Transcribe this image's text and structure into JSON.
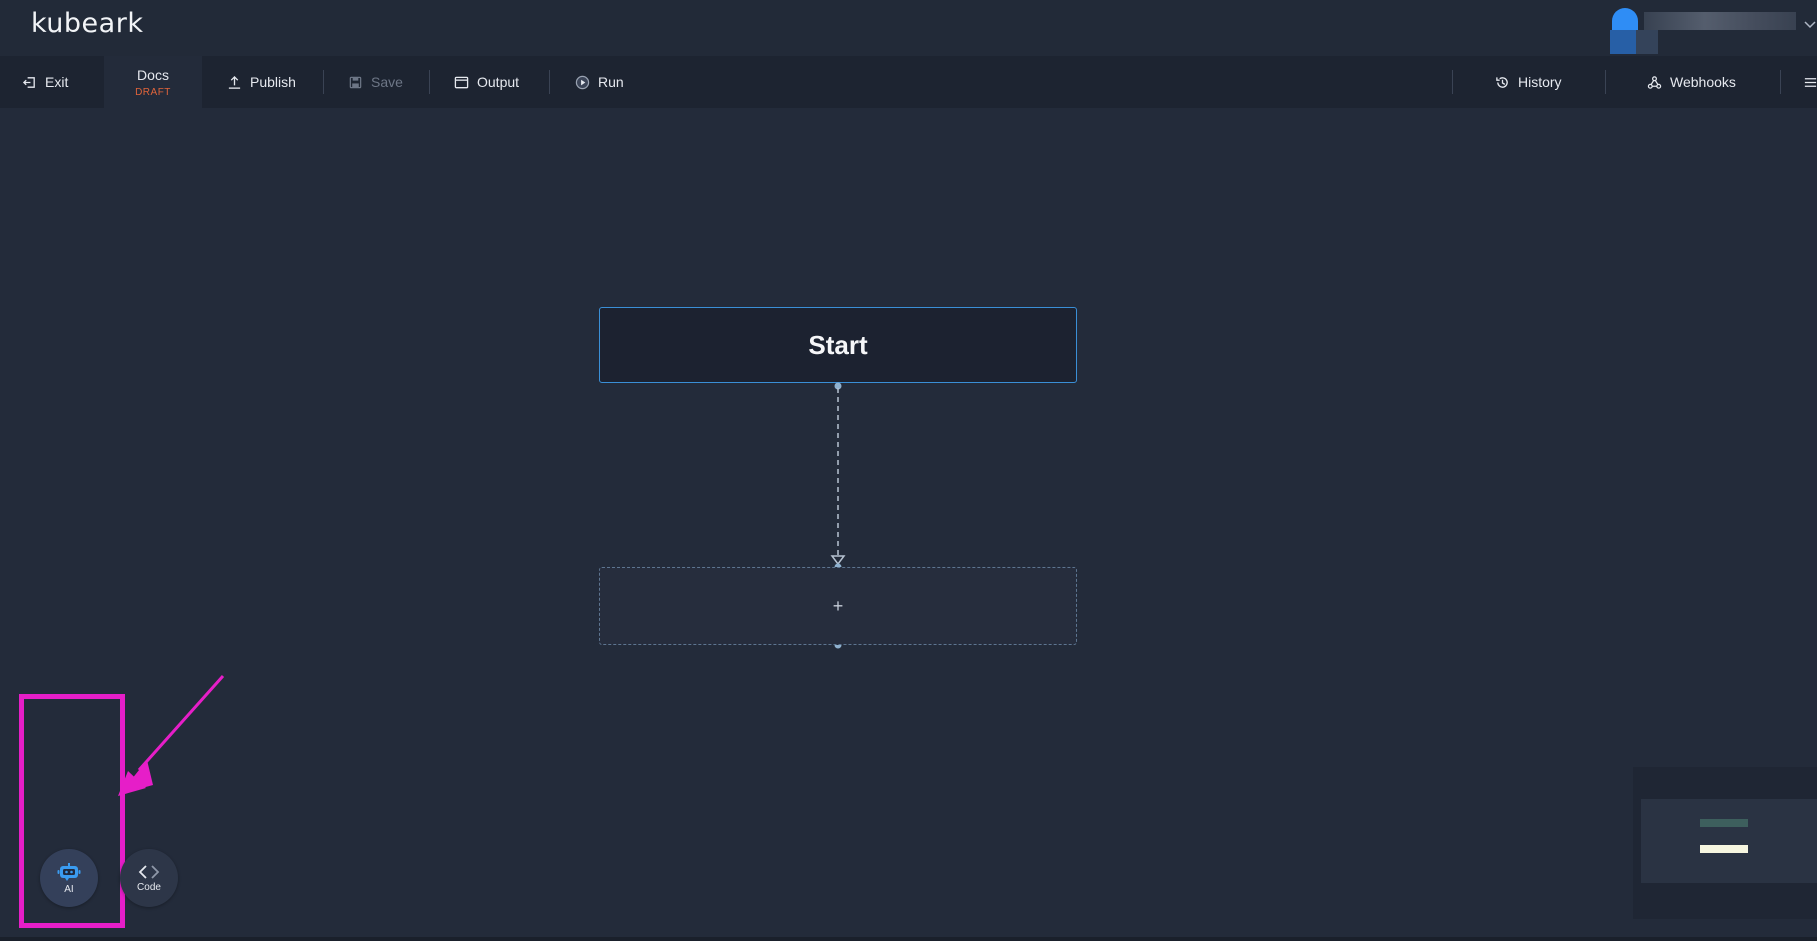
{
  "brand": {
    "logo_text": "kubeark"
  },
  "toolbar": {
    "exit_label": "Exit",
    "doc_name": "Docs",
    "doc_status": "DRAFT",
    "publish_label": "Publish",
    "save_label": "Save",
    "output_label": "Output",
    "run_label": "Run",
    "history_label": "History",
    "webhooks_label": "Webhooks"
  },
  "canvas": {
    "start_node_label": "Start",
    "add_node_symbol": "+"
  },
  "floating_buttons": {
    "ai_label": "AI",
    "code_label": "Code"
  },
  "colors": {
    "background": "#232b3a",
    "toolbar": "#1d2431",
    "accent_border": "#3a8fd6",
    "draft_status": "#e0643a",
    "annotation": "#e61ec8"
  },
  "icons": {
    "exit": "exit-icon",
    "publish": "upload-icon",
    "save": "save-icon",
    "output": "window-icon",
    "run": "play-icon",
    "history": "history-icon",
    "webhooks": "webhooks-icon",
    "ai": "robot-icon",
    "code": "code-icon",
    "menu": "menu-icon",
    "profile_chevron": "chevron-down-icon"
  }
}
